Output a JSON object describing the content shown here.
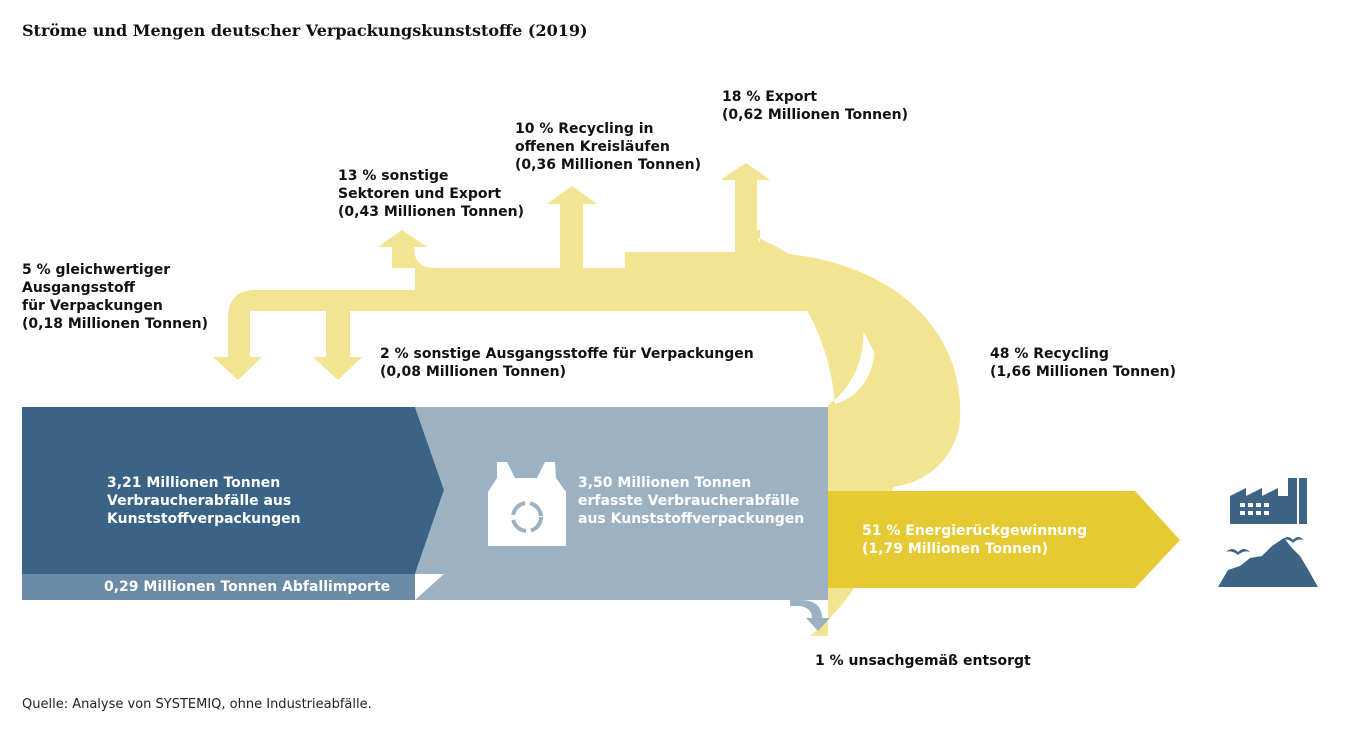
{
  "title": "Ströme und Mengen deutscher Verpackungskunststoffe (2019)",
  "source": "Quelle: Analyse von SYSTEMIQ, ohne Industrieabfälle.",
  "colors": {
    "dark_blue": "#3b6385",
    "light_blue": "#9cb2c3",
    "import_blue": "#6b8aa6",
    "yellow_flow": "#f3e491",
    "yellow_energy": "#e5ca34",
    "icon_blue": "#3d6385"
  },
  "labels": {
    "waste_input": [
      "3,21 Millionen Tonnen",
      "Verbraucherabfälle aus",
      "Kunststoffverpackungen"
    ],
    "imports": "0,29 Millionen Tonnen Abfallimporte",
    "collected": [
      "3,50 Millionen Tonnen",
      "erfasste Verbraucherabfälle",
      "aus Kunststoffverpackungen"
    ],
    "energy": [
      "51 % Energierückgewinnung",
      "(1,79 Millionen Tonnen)"
    ],
    "recycling": [
      "48 % Recycling",
      "(1,66 Millionen Tonnen)"
    ],
    "export": [
      "18 % Export",
      "(0,62 Millionen Tonnen)"
    ],
    "open_loop": [
      "10 % Recycling in",
      "offenen Kreisläufen",
      "(0,36 Millionen Tonnen)"
    ],
    "other_sectors": [
      "13 % sonstige",
      "Sektoren und Export",
      "(0,43 Millionen Tonnen)"
    ],
    "equivalent": [
      "5 % gleichwertiger",
      "Ausgangsstoff",
      "für Verpackungen",
      "(0,18 Millionen Tonnen)"
    ],
    "other_raw": [
      "2 % sonstige Ausgangsstoffe für Verpackungen",
      "(0,08 Millionen Tonnen)"
    ],
    "improper": "1 % unsachgemäß entsorgt"
  },
  "icons": [
    "plastic-bag-recycle-icon",
    "factory-icon",
    "landfill-birds-icon"
  ]
}
